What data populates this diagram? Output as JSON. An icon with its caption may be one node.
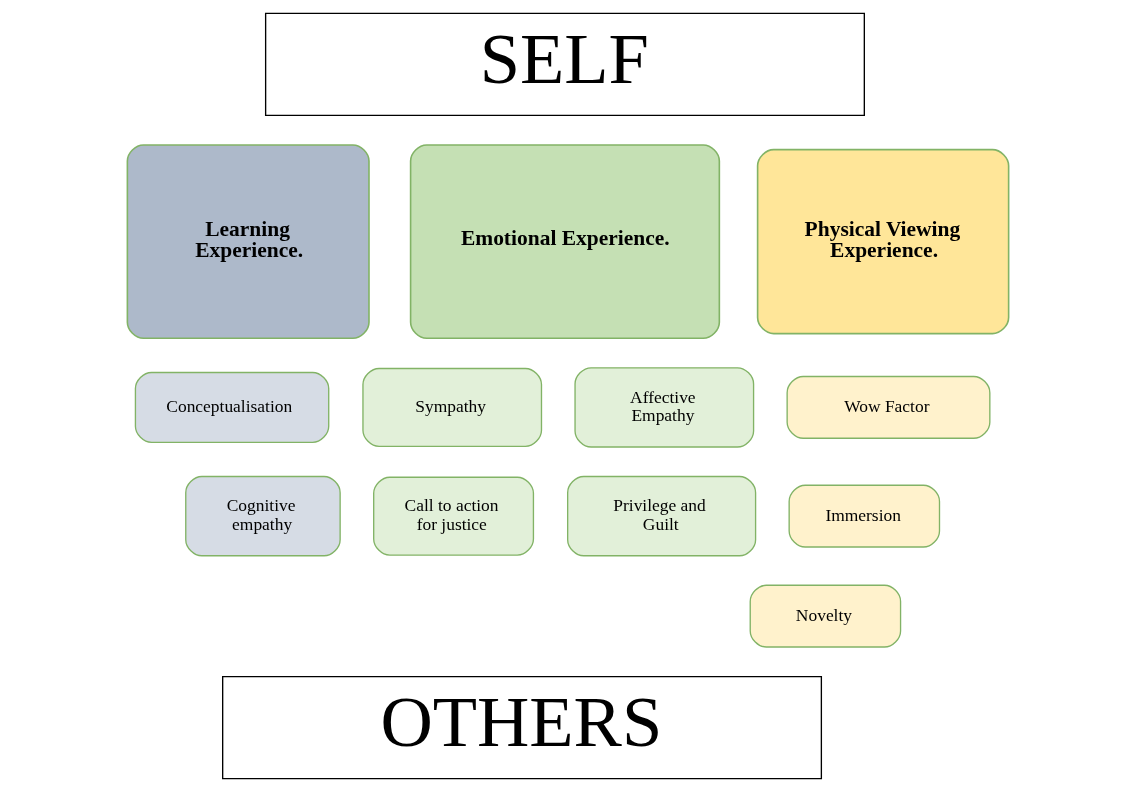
{
  "diagram": {
    "nodes": [
      {
        "text": [
          "SELF"
        ]
      },
      {
        "text": [
          "Learning Experience."
        ]
      },
      {
        "text": [
          "Emotional Experience."
        ]
      },
      {
        "text": [
          "Physical Viewing Experience."
        ]
      },
      {
        "text": [
          "Conceptualisation"
        ]
      },
      {
        "text": [
          "Cognitive empathy"
        ]
      },
      {
        "text": [
          "Sympathy"
        ]
      },
      {
        "text": [
          "Affective Empathy"
        ]
      },
      {
        "text": [
          "Call to action for justice"
        ]
      },
      {
        "text": [
          "Privilege and Guilt"
        ]
      },
      {
        "text": [
          "Wow Factor"
        ]
      },
      {
        "text": [
          "Immersion"
        ]
      },
      {
        "text": [
          "Novelty"
        ]
      },
      {
        "text": [
          "OTHERS"
        ]
      }
    ]
  }
}
